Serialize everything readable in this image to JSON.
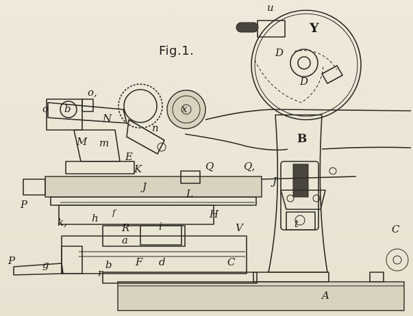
{
  "figure": {
    "title": "Fig.1."
  },
  "labels": {
    "u": "u",
    "Y": "Y",
    "D_upper": "D",
    "D_lower": "D",
    "o_right": "o,",
    "o_left": "o",
    "b_upper": "b",
    "x": "x",
    "N": "N",
    "n": "n",
    "M": "M",
    "m": "m",
    "E": "E",
    "K": "K",
    "B": "B",
    "Q": "Q",
    "Q1": "Q,",
    "J_upper": "J",
    "J_lower": "J",
    "L": "L",
    "P_upper": "P",
    "k1": "k,",
    "h": "h",
    "f": "f",
    "H": "H",
    "R": "R",
    "i": "i",
    "a": "a",
    "V": "V",
    "t": "t",
    "C_right": "C",
    "P_lower": "P",
    "g": "g",
    "b_lower": "b",
    "F": "F",
    "d": "d",
    "C_lower": "C",
    "r": "r",
    "A": "A"
  }
}
